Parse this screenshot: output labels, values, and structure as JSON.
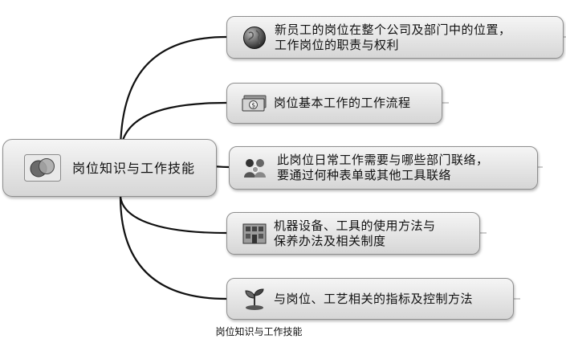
{
  "root": {
    "label": "岗位知识与工作技能",
    "icon": "venn-circles-icon"
  },
  "branches": [
    {
      "lines": [
        "新员工的岗位在整个公司及部门中的位置，",
        "工作岗位的职责与权利"
      ],
      "icon": "globe-icon"
    },
    {
      "lines": [
        "岗位基本工作的工作流程"
      ],
      "icon": "money-icon"
    },
    {
      "lines": [
        "此岗位日常工作需要与哪些部门联络，",
        "要通过何种表单或其他工具联络"
      ],
      "icon": "people-icon"
    },
    {
      "lines": [
        "机器设备、工具的使用方法与",
        "保养办法及相关制度"
      ],
      "icon": "building-icon"
    },
    {
      "lines": [
        "与岗位、工艺相关的指标及控制方法"
      ],
      "icon": "seedling-icon"
    }
  ],
  "caption": "岗位知识与工作技能"
}
